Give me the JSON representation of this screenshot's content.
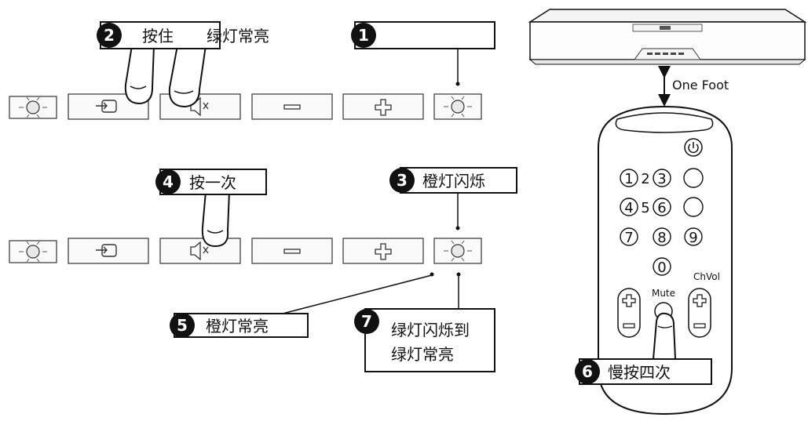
{
  "steps": [
    {
      "num": "2",
      "text_a": "按住",
      "text_b": "绿灯常亮"
    },
    {
      "num": "1",
      "text": ""
    },
    {
      "num": "4",
      "text": "按一次"
    },
    {
      "num": "3",
      "text": "橙灯闪烁"
    },
    {
      "num": "5",
      "text": "橙灯常亮"
    },
    {
      "num": "7",
      "line1": "绿灯闪烁到",
      "line2": "绿灯常亮"
    },
    {
      "num": "6",
      "text": "慢按四次"
    }
  ],
  "distance_label": "One Foot",
  "remote": {
    "digits": [
      "1",
      "2",
      "3",
      "4",
      "5",
      "6",
      "7",
      "8",
      "9",
      "0"
    ],
    "mute_label": "Mute",
    "chvol_label": "ChVol"
  },
  "colors": {
    "ink": "#111111",
    "panel_fill": "#f5f5f5",
    "led_fill": "#e9e9e9"
  }
}
